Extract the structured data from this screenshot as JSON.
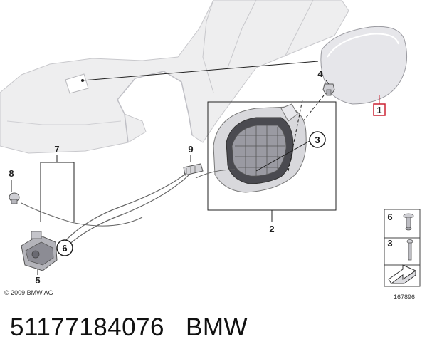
{
  "callouts": {
    "c1": "1",
    "c2": "2",
    "c3": "3",
    "c4": "4",
    "c5": "5",
    "c6": "6",
    "c7": "7",
    "c8": "8",
    "c9": "9"
  },
  "legend": {
    "item_top": "6",
    "item_bottom": "3"
  },
  "footer": {
    "copyright": "© 2009 BMW AG",
    "ref_number": "167896"
  },
  "caption": {
    "part_number": "51177184076",
    "brand": "BMW"
  },
  "colors": {
    "highlight": "#cc2233",
    "line": "#222222",
    "panel": "#eeeeef"
  }
}
